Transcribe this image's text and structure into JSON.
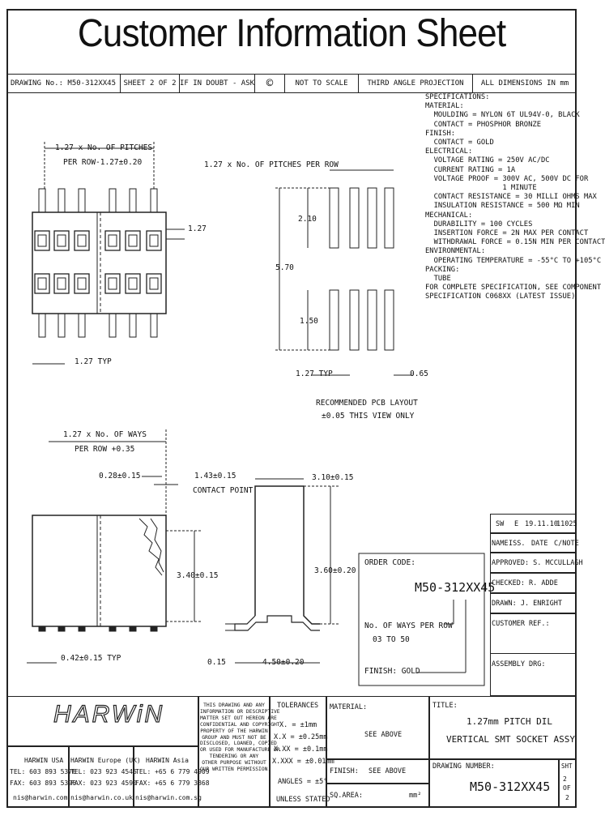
{
  "title": "Customer Information Sheet",
  "header": {
    "drawing_no": "DRAWING No.: M50-312XX45",
    "sheet": "SHEET 2 OF 2",
    "if_in_doubt": "IF IN DOUBT - ASK",
    "copyright_symbol": "©",
    "scale": "NOT TO SCALE",
    "projection": "THIRD ANGLE PROJECTION",
    "dimensions": "ALL DIMENSIONS IN mm"
  },
  "specifications": {
    "lines": [
      "SPECIFICATIONS:",
      "MATERIAL:",
      "  MOULDING = NYLON 6T UL94V-0, BLACK",
      "  CONTACT = PHOSPHOR BRONZE",
      "FINISH:",
      "  CONTACT = GOLD",
      "ELECTRICAL:",
      "  VOLTAGE RATING = 250V AC/DC",
      "  CURRENT RATING = 1A",
      "  VOLTAGE PROOF = 300V AC, 500V DC FOR",
      "                  1 MINUTE",
      "  CONTACT RESISTANCE = 30 MILLI OHMS MAX",
      "  INSULATION RESISTANCE = 500 MΩ MIN",
      "MECHANICAL:",
      "  DURABILITY = 100 CYCLES",
      "  INSERTION FORCE = 2N MAX PER CONTACT",
      "  WITHDRAWAL FORCE = 0.15N MIN PER CONTACT",
      "ENVIRONMENTAL:",
      "  OPERATING TEMPERATURE = -55°C TO +105°C",
      "PACKING:",
      "  TUBE",
      "FOR COMPLETE SPECIFICATION, SEE COMPONENT",
      "SPECIFICATION C068XX (LATEST ISSUE)"
    ]
  },
  "dims": {
    "pitches_row_a": "1.27 x No. OF PITCHES",
    "pitches_row_b": "PER ROW-1.27±0.20",
    "pitch_127": "1.27",
    "typ_127": "1.27 TYP",
    "pcb_pitches": "1.27 x No. OF PITCHES PER ROW",
    "pcb_210": "2.10",
    "pcb_570": "5.70",
    "pcb_150": "1.50",
    "pcb_typ": "1.27 TYP",
    "pcb_065": "0.65",
    "pcb_layout_a": "RECOMMENDED PCB LAYOUT",
    "pcb_layout_b": "±0.05 THIS VIEW ONLY",
    "ways_a": "1.27 x No. OF WAYS",
    "ways_b": "PER ROW +0.35",
    "d028": "0.28±0.15",
    "d143": "1.43±0.15",
    "contact_point": "CONTACT POINT",
    "d340": "3.40±0.15",
    "d042": "0.42±0.15 TYP",
    "d310": "3.10±0.15",
    "d360": "3.60±0.20",
    "d015": "0.15",
    "d450": "4.50±0.20"
  },
  "order": {
    "label": "ORDER CODE:",
    "code": "M50-312XX45",
    "ways_a": "No. OF WAYS PER ROW",
    "ways_b": "03 TO 50",
    "finish": "FINISH: GOLD"
  },
  "revision": {
    "rev": "SW",
    "issue": "E",
    "date": "19.11.10",
    "change": "11025",
    "h_name": "NAME",
    "h_iss": "ISS.",
    "h_date": "DATE",
    "h_cnote": "C/NOTE",
    "approved": "APPROVED: S. MCCULLAGH",
    "checked": "CHECKED:    R. ADDE",
    "drawn": "DRAWN:    J. ENRIGHT",
    "customer_ref": "CUSTOMER REF.:",
    "assembly_drg": "ASSEMBLY DRG:"
  },
  "company": {
    "logo": "HARWiN",
    "usa_name": "HARWIN USA",
    "usa_tel": "TEL: 603 893 5376",
    "usa_fax": "FAX: 603 893 5396",
    "usa_email": "nis@harwin.com",
    "eu_name": "HARWIN Europe (UK)",
    "eu_tel": "TEL: 023 923 4545",
    "eu_fax": "FAX: 023 923 4590",
    "eu_email": "nis@harwin.co.uk",
    "asia_name": "HARWIN Asia",
    "asia_tel": "TEL: +65 6 779 4909",
    "asia_fax": "FAX: +65 6 779 3868",
    "asia_email": "nis@harwin.com.sg"
  },
  "disclaimer": [
    "THIS DRAWING AND ANY",
    "INFORMATION OR DESCRIPTIVE",
    "MATTER SET OUT HEREON ARE",
    "CONFIDENTIAL AND COPYRIGHT",
    "PROPERTY OF THE HARWIN",
    "GROUP AND MUST NOT BE",
    "DISCLOSED, LOANED, COPIED",
    "OR USED FOR MANUFACTURE OR",
    "TENDERING OR ANY",
    "OTHER PURPOSE WITHOUT",
    "OUR WRITTEN PERMISSION."
  ],
  "tolerances": {
    "header": "TOLERANCES",
    "l1": "X. = ±1mm",
    "l2": "X.X = ±0.25mm",
    "l3": "X.XX = ±0.1mm",
    "l4": "X.XXX = ±0.01mm",
    "angles": "ANGLES = ±5°",
    "unless": "UNLESS STATED"
  },
  "material": {
    "label": "MATERIAL:",
    "value": "SEE ABOVE",
    "finish_label": "FINISH:",
    "finish_value": "SEE ABOVE",
    "sqarea_label": "SQ.AREA:",
    "sqarea_unit": "mm²"
  },
  "drawing_title": {
    "label": "TITLE:",
    "line1": "1.27mm PITCH DIL",
    "line2": "VERTICAL SMT SOCKET ASSY",
    "number_label": "DRAWING NUMBER:",
    "number": "M50-312XX45",
    "sht_label": "SHT",
    "sht_no": "2",
    "sht_of": "OF",
    "sht_total": "2"
  }
}
